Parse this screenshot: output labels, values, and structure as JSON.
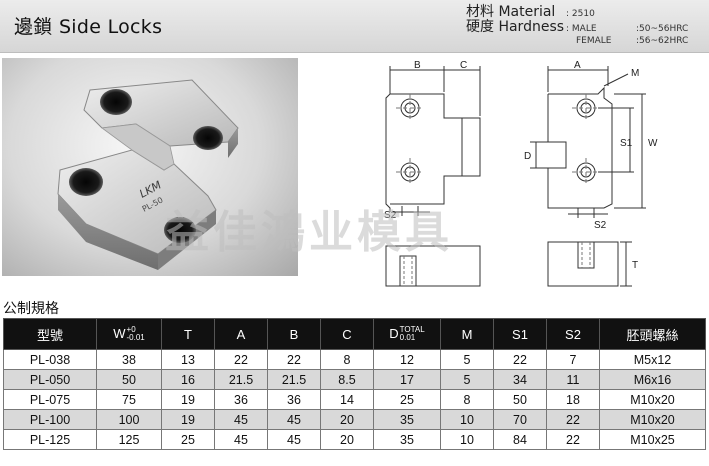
{
  "header": {
    "title": "邊鎖 Side Locks",
    "material_label": "材料 Material",
    "material_value": ": 2510",
    "hardness_label": "硬度 Hardness",
    "male_label": ": MALE",
    "male_value": ":50~56HRC",
    "female_label": "FEMALE",
    "female_value": ":56~62HRC"
  },
  "photo": {
    "brand_text": "LKM",
    "model_text": "PL-50"
  },
  "drawing": {
    "labels": {
      "B": "B",
      "C": "C",
      "A": "A",
      "M": "M",
      "D": "D",
      "S1": "S1",
      "W": "W",
      "S2_left": "S2",
      "S2_right": "S2",
      "T": "T"
    }
  },
  "watermark": "益佳鴻业模具",
  "table": {
    "section_title": "公制規格",
    "headers": {
      "model": "型號",
      "W": "W",
      "W_tol_top": "+0",
      "W_tol_bottom": "-0.01",
      "T": "T",
      "A": "A",
      "B": "B",
      "C": "C",
      "D": "D",
      "D_sup": "TOTAL",
      "D_sub": "0.01",
      "M": "M",
      "S1": "S1",
      "S2": "S2",
      "screw": "胚頭螺絲"
    },
    "rows": [
      [
        "PL-038",
        "38",
        "13",
        "22",
        "22",
        "8",
        "12",
        "5",
        "22",
        "7",
        "M5x12"
      ],
      [
        "PL-050",
        "50",
        "16",
        "21.5",
        "21.5",
        "8.5",
        "17",
        "5",
        "34",
        "11",
        "M6x16"
      ],
      [
        "PL-075",
        "75",
        "19",
        "36",
        "36",
        "14",
        "25",
        "8",
        "50",
        "18",
        "M10x20"
      ],
      [
        "PL-100",
        "100",
        "19",
        "45",
        "45",
        "20",
        "35",
        "10",
        "70",
        "22",
        "M10x20"
      ],
      [
        "PL-125",
        "125",
        "25",
        "45",
        "45",
        "20",
        "35",
        "10",
        "84",
        "22",
        "M10x25"
      ]
    ]
  }
}
